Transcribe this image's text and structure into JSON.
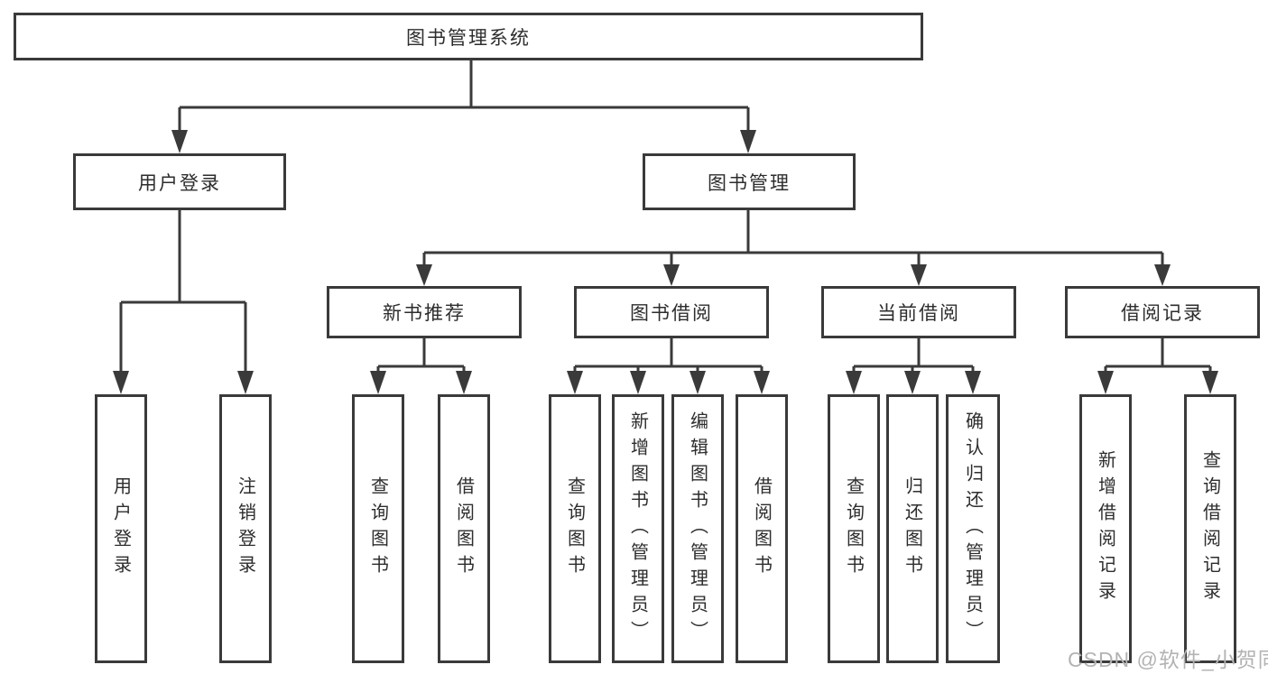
{
  "diagram_type": "hierarchy-org-chart",
  "colors": {
    "background": "#ffffff",
    "box_border": "#3a3a3a",
    "connector_line": "#3a3a3a",
    "text": "#2d2d2d",
    "watermark_text": "#b3b3b3"
  },
  "tree": {
    "root": {
      "label": "图书管理系统",
      "children": [
        {
          "label": "用户登录",
          "children": [
            {
              "label": "用户登录"
            },
            {
              "label": "注销登录"
            }
          ]
        },
        {
          "label": "图书管理",
          "children": [
            {
              "label": "新书推荐",
              "children": [
                {
                  "label": "查询图书"
                },
                {
                  "label": "借阅图书"
                }
              ]
            },
            {
              "label": "图书借阅",
              "children": [
                {
                  "label": "查询图书"
                },
                {
                  "label": "新增图书（管理员）"
                },
                {
                  "label": "编辑图书（管理员）"
                },
                {
                  "label": "借阅图书"
                }
              ]
            },
            {
              "label": "当前借阅",
              "children": [
                {
                  "label": "查询图书"
                },
                {
                  "label": "归还图书"
                },
                {
                  "label": "确认归还（管理员）"
                }
              ]
            },
            {
              "label": "借阅记录",
              "children": [
                {
                  "label": "新增借阅记录"
                },
                {
                  "label": "查询借阅记录"
                }
              ]
            }
          ]
        }
      ]
    }
  },
  "watermark": {
    "text": "CSDN @软件_小贺同学"
  }
}
